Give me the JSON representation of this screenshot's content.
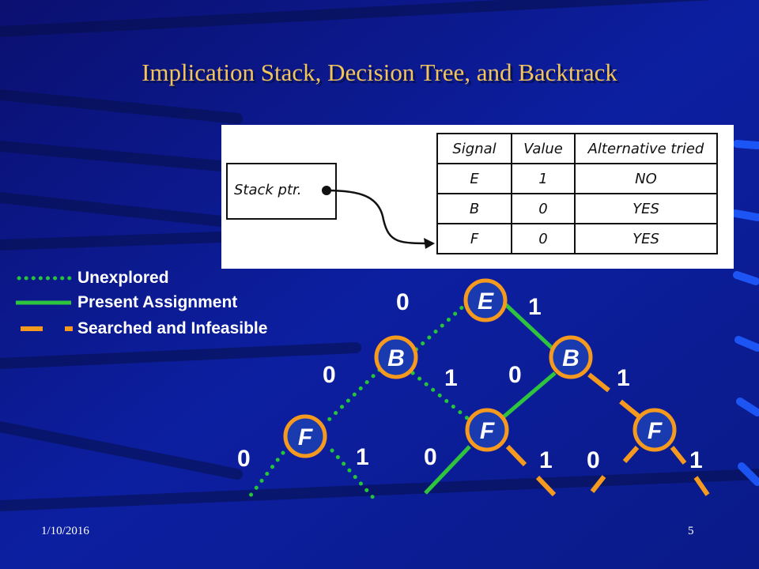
{
  "title": "Implication Stack, Decision Tree, and Backtrack",
  "colors": {
    "background": "#0a1a8c",
    "title": "#f2c45a",
    "unexplored": "#26c43a",
    "present": "#2fc43e",
    "infeasible": "#f59a1e",
    "node_ring": "#f59a1e",
    "text": "#ffffff"
  },
  "stack": {
    "pointer_label": "Stack ptr.",
    "headers": [
      "Signal",
      "Value",
      "Alternative tried"
    ],
    "rows": [
      {
        "signal": "E",
        "value": "1",
        "alt": "NO"
      },
      {
        "signal": "B",
        "value": "0",
        "alt": "YES"
      },
      {
        "signal": "F",
        "value": "0",
        "alt": "YES"
      }
    ]
  },
  "legend": {
    "unexplored": "Unexplored",
    "present": "Present Assignment",
    "infeasible": "Searched and Infeasible"
  },
  "tree": {
    "nodes": {
      "root": "E",
      "left_b": "B",
      "right_b": "B",
      "left_f": "F",
      "mid_f": "F",
      "right_f": "F"
    },
    "branch_labels": {
      "root_0": "0",
      "root_1": "1",
      "lb_0": "0",
      "lb_1": "1",
      "rb_0": "0",
      "rb_1": "1",
      "lf_0": "0",
      "lf_1": "1",
      "mf_0": "0",
      "mf_1": "1",
      "rf_0": "0",
      "rf_1": "1"
    },
    "edge_status": {
      "root_0": "unexplored",
      "root_1": "present",
      "lb_0": "unexplored",
      "lb_1": "unexplored",
      "rb_0": "present",
      "rb_1": "infeasible",
      "lf_0": "unexplored",
      "lf_1": "unexplored",
      "mf_0": "present",
      "mf_1": "infeasible",
      "rf_0": "infeasible",
      "rf_1": "infeasible"
    }
  },
  "footer": {
    "date": "1/10/2016",
    "page": "5"
  }
}
